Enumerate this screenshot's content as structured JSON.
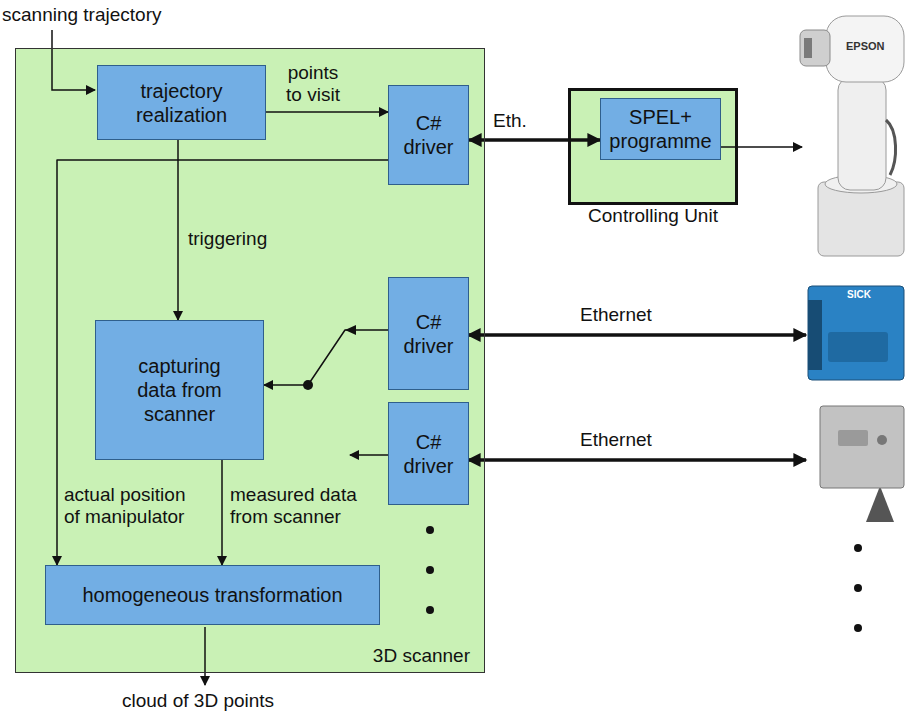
{
  "diagram": {
    "nodes": [
      {
        "text": [
          "3D scanner"
        ]
      },
      {
        "text": [
          "trajectory realization"
        ],
        "in": 0
      },
      {
        "text": [
          "C# driver"
        ],
        "in": 0
      },
      {
        "text": [
          "Controlling Unit"
        ]
      },
      {
        "text": [
          "SPEL+ programme"
        ],
        "in": 3
      },
      {
        "text": [
          "capturing data from scanner"
        ],
        "in": 0
      },
      {
        "text": [
          "C# driver"
        ],
        "in": 0
      },
      {
        "text": [
          "C# driver"
        ],
        "in": 0
      },
      {
        "text": [
          "homogeneous transformation"
        ],
        "in": 0
      }
    ],
    "edges": [
      {
        "from": 1,
        "to": 2,
        "arrow": "to",
        "label": "points to visit"
      },
      {
        "from": 2,
        "to": 4,
        "arrow": "both",
        "label": "Eth."
      },
      {
        "from": 1,
        "to": 5,
        "arrow": "to",
        "label": "triggering"
      },
      {
        "from": 6,
        "to": 5,
        "arrow": "to"
      },
      {
        "from": 2,
        "to": 8,
        "arrow": "to",
        "label": "actual position of manipulator"
      },
      {
        "from": 5,
        "to": 8,
        "arrow": "to",
        "label": "measured data from scanner"
      }
    ],
    "labels": [
      "scanning trajectory",
      "Ethernet",
      "Ethernet",
      "cloud of 3D points",
      "EPSON",
      "SICK"
    ]
  }
}
